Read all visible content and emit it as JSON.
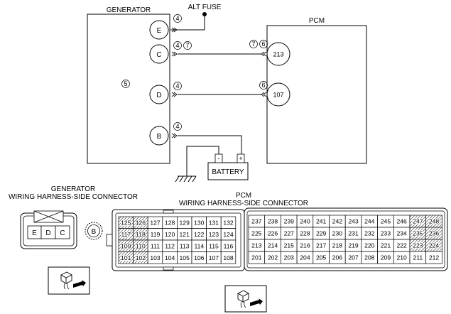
{
  "schematic": {
    "generator_label": "GENERATOR",
    "pcm_label": "PCM",
    "alt_fuse_label": "ALT FUSE",
    "battery_label": "BATTERY",
    "battery_neg": "-",
    "battery_pos": "+",
    "generator_note": "5",
    "gen_terminals": [
      {
        "label": "E",
        "marks": [
          "4"
        ]
      },
      {
        "label": "C",
        "marks": [
          "4",
          "7"
        ]
      },
      {
        "label": "D",
        "marks": [
          "4"
        ]
      },
      {
        "label": "B",
        "marks": [
          "4"
        ]
      }
    ],
    "pcm_terminals": [
      {
        "label": "213",
        "marks": [
          "7",
          "6"
        ]
      },
      {
        "label": "107",
        "marks": [
          "6"
        ]
      }
    ]
  },
  "gen_connector": {
    "title_line1": "GENERATOR",
    "title_line2": "WIRING HARNESS-SIDE CONNECTOR",
    "pins": [
      "E",
      "D",
      "C"
    ],
    "side_label": "B"
  },
  "pcm_connector": {
    "title_line1": "PCM",
    "title_line2": "WIRING HARNESS-SIDE CONNECTOR",
    "block_left": [
      [
        "125",
        "126",
        "127",
        "128",
        "129",
        "130",
        "131",
        "132"
      ],
      [
        "117",
        "118",
        "119",
        "120",
        "121",
        "122",
        "123",
        "124"
      ],
      [
        "109",
        "110",
        "111",
        "112",
        "113",
        "114",
        "115",
        "116"
      ],
      [
        "101",
        "102",
        "103",
        "104",
        "105",
        "106",
        "107",
        "108"
      ]
    ],
    "block_right": [
      [
        "237",
        "238",
        "239",
        "240",
        "241",
        "242",
        "243",
        "244",
        "245",
        "246",
        "247",
        "248"
      ],
      [
        "225",
        "226",
        "227",
        "228",
        "229",
        "230",
        "231",
        "232",
        "233",
        "234",
        "235",
        "236"
      ],
      [
        "213",
        "214",
        "215",
        "216",
        "217",
        "218",
        "219",
        "220",
        "221",
        "222",
        "223",
        "224"
      ],
      [
        "201",
        "202",
        "203",
        "204",
        "205",
        "206",
        "207",
        "208",
        "209",
        "210",
        "211",
        "212"
      ]
    ]
  }
}
